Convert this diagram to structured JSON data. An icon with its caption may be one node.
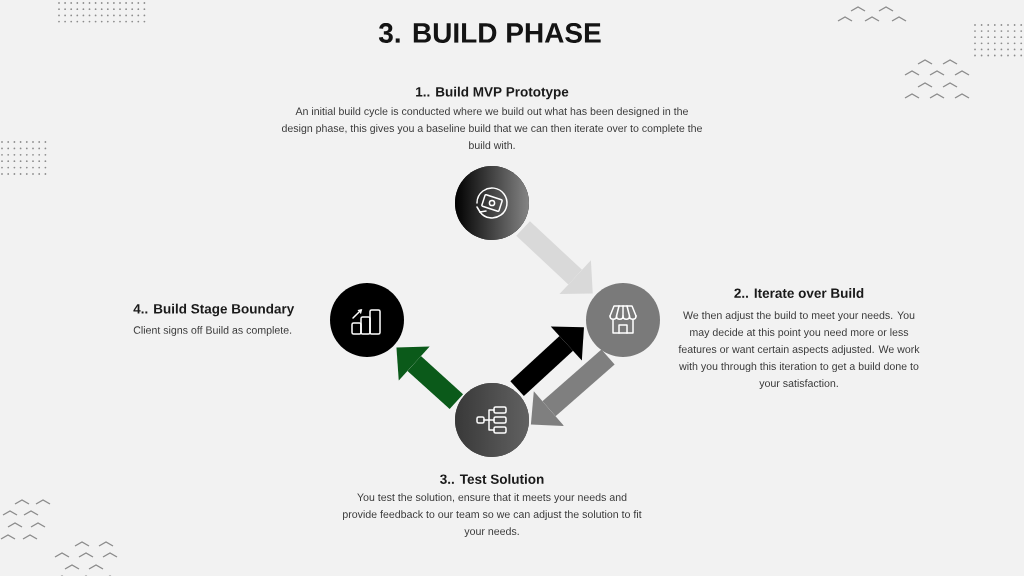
{
  "diagram": {
    "title": "3. BUILD PHASE",
    "nodes": [
      {
        "text": [],
        "shape": "circle",
        "beside": [
          "1.. Build MVP Prototype",
          "An initial build cycle is conducted where we build out what has been designed in the design phase, this gives you a baseline build that we can then iterate over to complete the build with."
        ]
      },
      {
        "text": [],
        "shape": "circle",
        "beside": [
          "2.. Iterate over Build",
          "We then adjust the build to meet your needs. You may decide at this point you need more or less features or want certain aspects adjusted. We work with you through this iteration to get a build done to your satisfaction."
        ]
      },
      {
        "text": [],
        "shape": "circle",
        "beside": [
          "3.. Test Solution",
          "You test the solution, ensure that it meets your needs and provide feedback to our team so we can adjust the solution to fit your needs."
        ]
      },
      {
        "text": [],
        "shape": "circle",
        "beside": [
          "4.. Build Stage Boundary",
          "Client signs off Build as complete."
        ]
      }
    ],
    "edges": [
      {
        "from": 0,
        "to": 1,
        "arrow": "to",
        "color": "#d9d9d9"
      },
      {
        "from": 1,
        "to": 2,
        "arrow": "to",
        "color": "#7f7f7f"
      },
      {
        "from": 2,
        "to": 1,
        "arrow": "to",
        "color": "#000000"
      },
      {
        "from": 2,
        "to": 3,
        "arrow": "to",
        "color": "#0b5a1a"
      }
    ]
  }
}
